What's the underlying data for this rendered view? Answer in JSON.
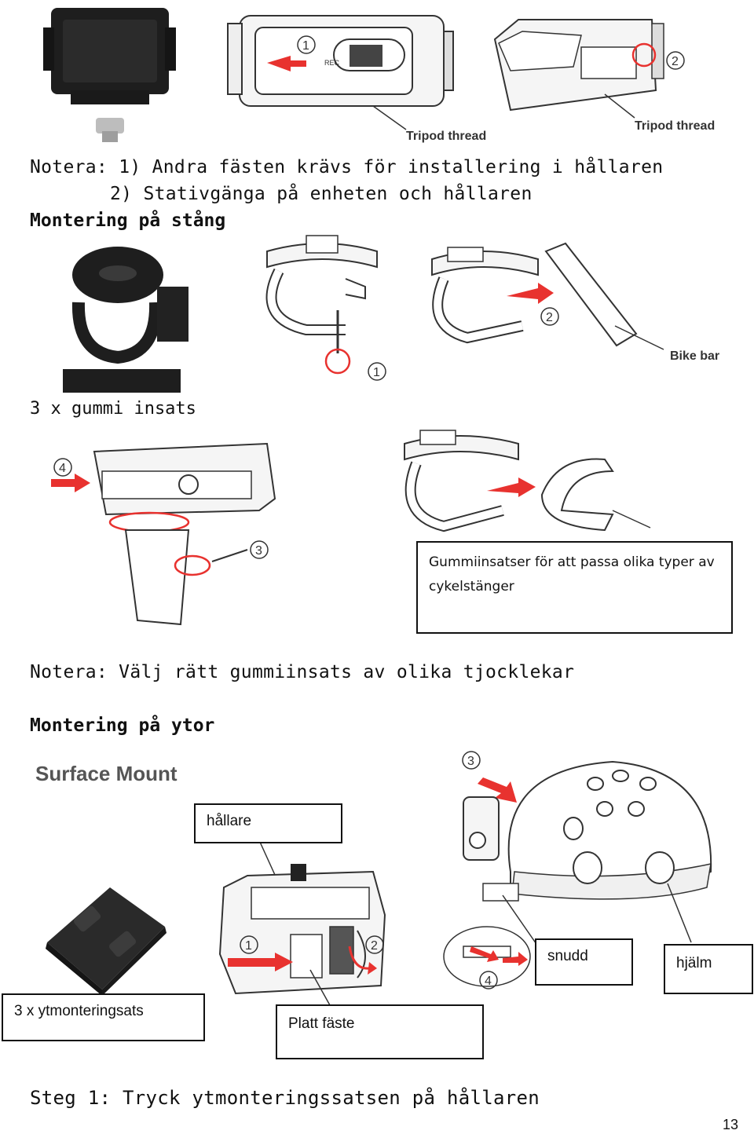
{
  "top": {
    "tripod_label_1": "Tripod thread",
    "tripod_label_2": "Tripod thread",
    "rec_label": "REC",
    "step_1": "1",
    "step_2": "2"
  },
  "notes": {
    "note1_prefix": "Notera:",
    "note1_line1": "1) Andra fästen krävs för installering i hållaren",
    "note1_line2": "2) Stativgänga på enheten och hållaren"
  },
  "section_bar": {
    "heading": "Montering på stång",
    "bike_bar_label": "Bike bar",
    "step_1": "1",
    "step_2": "2",
    "step_3": "3",
    "step_4": "4",
    "rubber_caption": "3 x gummi insats",
    "callout_text": "Gummiinsatser för att passa olika typer av cykelstänger",
    "note2": "Notera: Välj rätt gummiinsats av olika tjocklekar"
  },
  "section_surface": {
    "heading": "Montering på ytor",
    "surface_mount_title": "Surface Mount",
    "holder_label": "hållare",
    "strap_label": "snudd",
    "helmet_label": "hjälm",
    "kit_label": "3 x ytmonteringsats",
    "flat_label": "Platt fäste",
    "step_1": "1",
    "step_2": "2",
    "step_3": "3",
    "step_4": "4"
  },
  "footer": {
    "step_text": "Steg 1: Tryck ytmonteringssatsen på hållaren",
    "page_number": "13"
  },
  "colors": {
    "arrow_red": "#e8322f",
    "photo_dark": "#1e1e1e",
    "line": "#333333"
  }
}
